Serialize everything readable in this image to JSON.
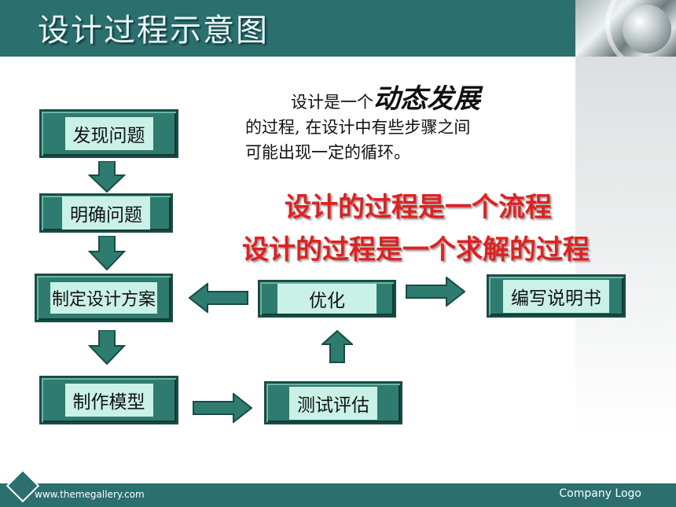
{
  "slide": {
    "title": "设计过程示意图",
    "description_line1": "设计是一个",
    "description_emphasis": "动态发展",
    "description_line2": "的过程, 在设计中有些步骤之间",
    "description_line3": "可能出现一定的循环。",
    "red_line1": "设计的过程是一个流程",
    "red_line2": "设计的过程是一个求解的过程"
  },
  "flow": {
    "find_problem": "发现问题",
    "clarify_problem": "明确问题",
    "make_plan": "制定设计方案",
    "make_model": "制作模型",
    "test_evaluate": "测试评估",
    "optimize": "优化",
    "write_manual": "编写说明书"
  },
  "footer": {
    "website": "www.themegallery.com",
    "company_logo": "Company Logo"
  },
  "colors": {
    "header": "#2b6f6f",
    "box": "#2e7b6f",
    "box_label_bg": "#c9f1e5",
    "red_text": "#e02020"
  }
}
